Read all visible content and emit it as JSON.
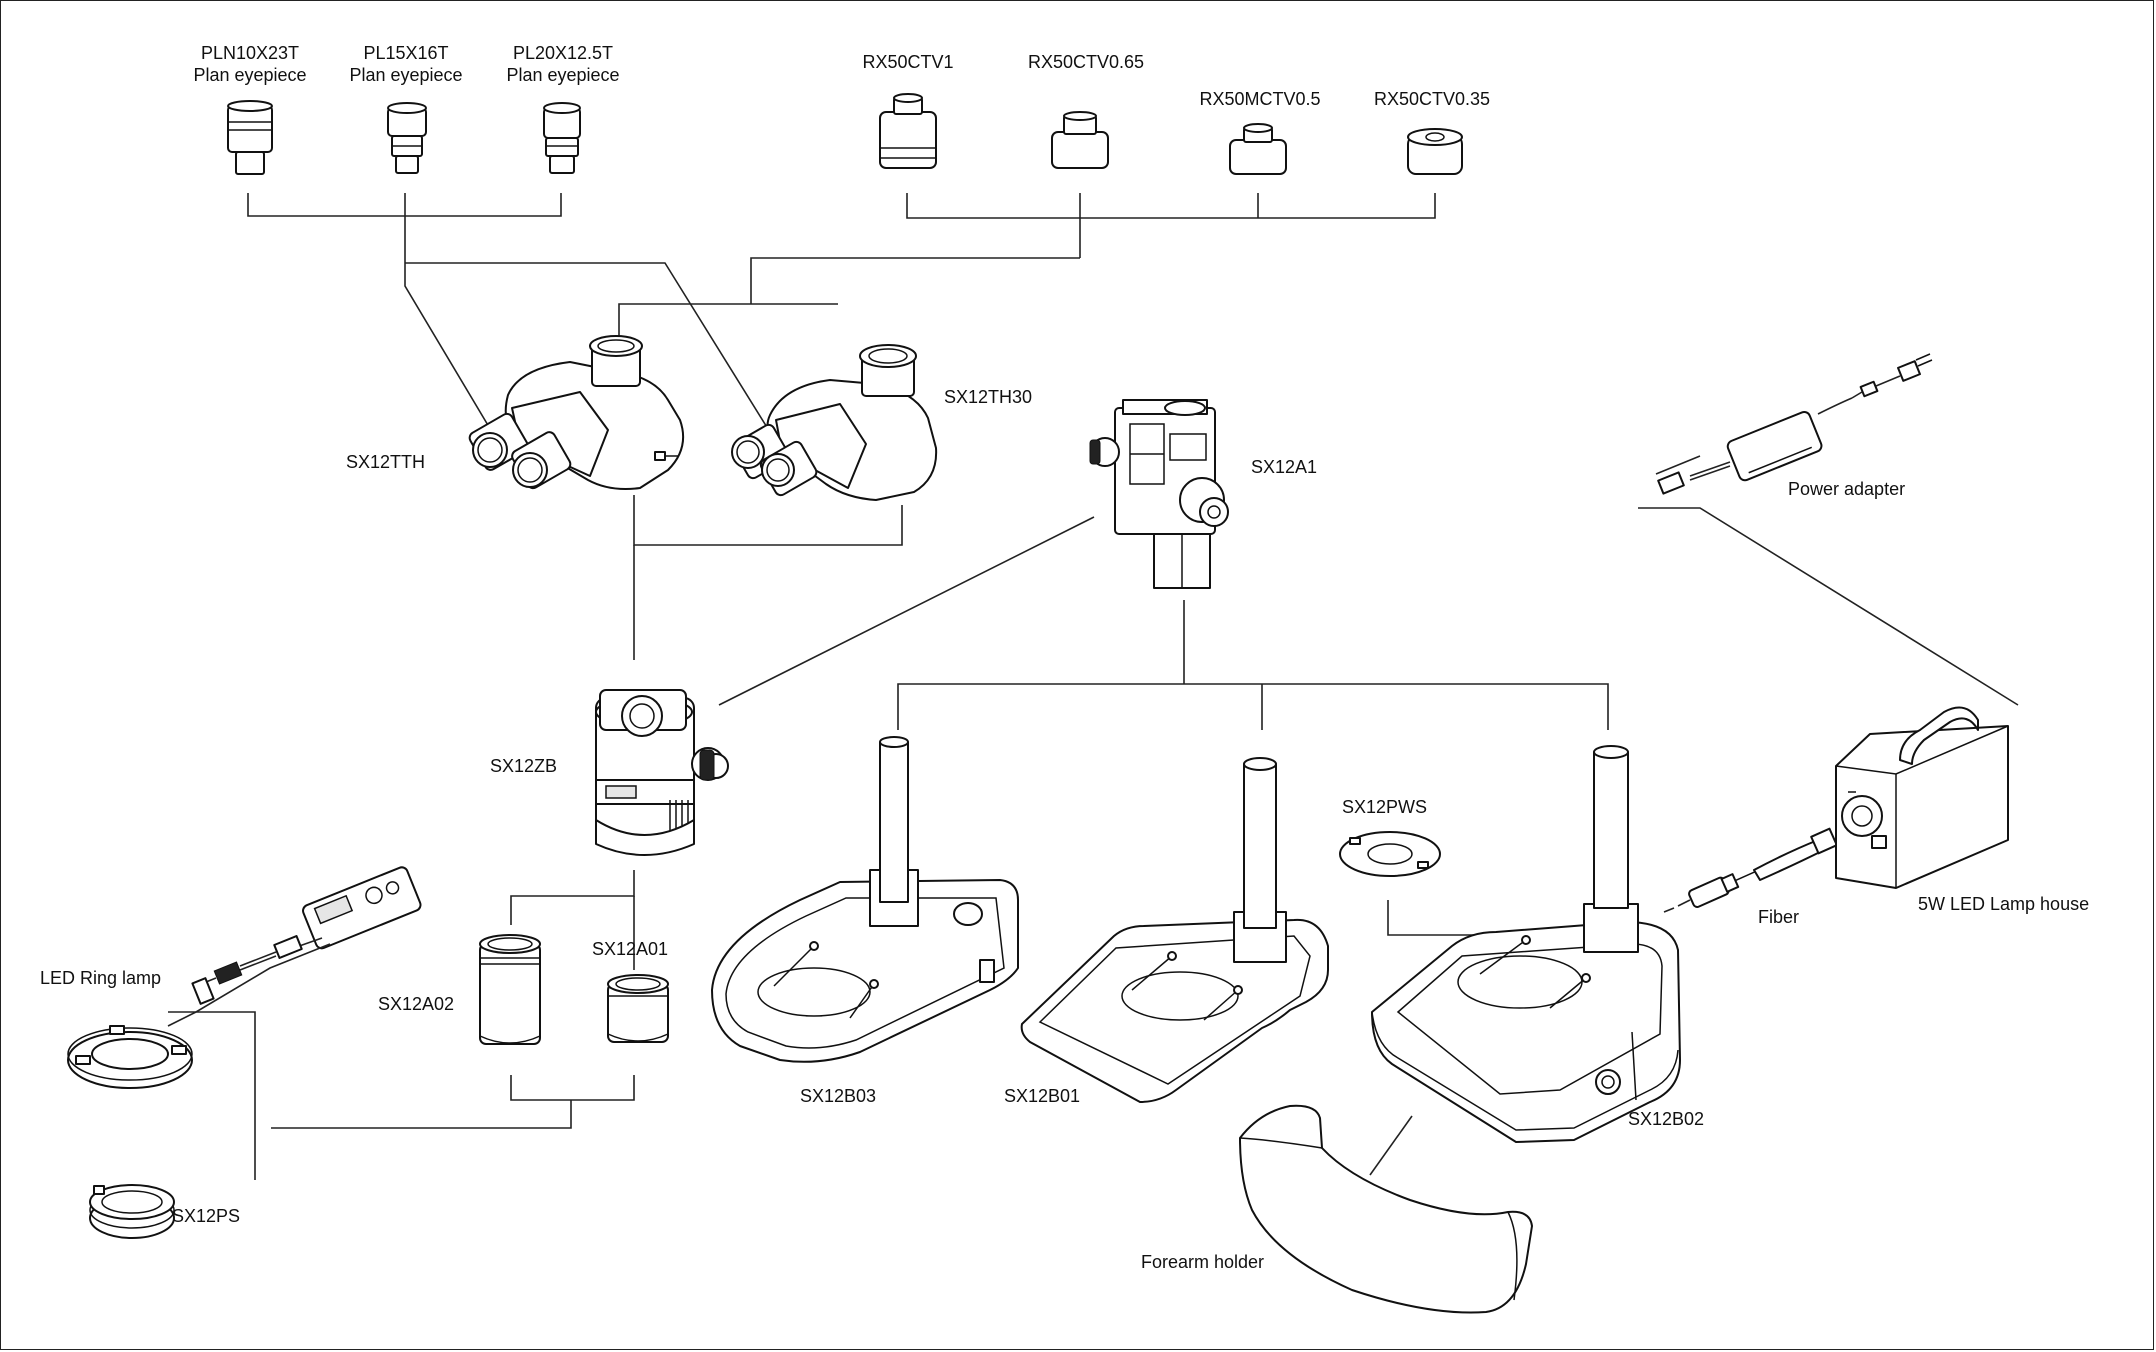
{
  "labels": {
    "pln10x23t": {
      "name": "PLN10X23T",
      "desc": "Plan eyepiece"
    },
    "pl15x16t": {
      "name": "PL15X16T",
      "desc": "Plan eyepiece"
    },
    "pl20x125t": {
      "name": "PL20X12.5T",
      "desc": "Plan eyepiece"
    },
    "rx50ctv1": "RX50CTV1",
    "rx50ctv065": "RX50CTV0.65",
    "rx50mctv05": "RX50MCTV0.5",
    "rx50ctv035": "RX50CTV0.35",
    "sx12tth": "SX12TTH",
    "sx12th30": "SX12TH30",
    "sx12a1": "SX12A1",
    "power_adapter": "Power adapter",
    "sx12zb": "SX12ZB",
    "sx12pws": "SX12PWS",
    "led_ring_lamp": "LED  Ring lamp",
    "sx12a01": "SX12A01",
    "sx12a02": "SX12A02",
    "sx12b03": "SX12B03",
    "sx12b01": "SX12B01",
    "sx12b02": "SX12B02",
    "fiber": "Fiber",
    "lamp_house": "5W LED Lamp house",
    "sx12ps": "SX12PS",
    "forearm_holder": "Forearm holder"
  }
}
